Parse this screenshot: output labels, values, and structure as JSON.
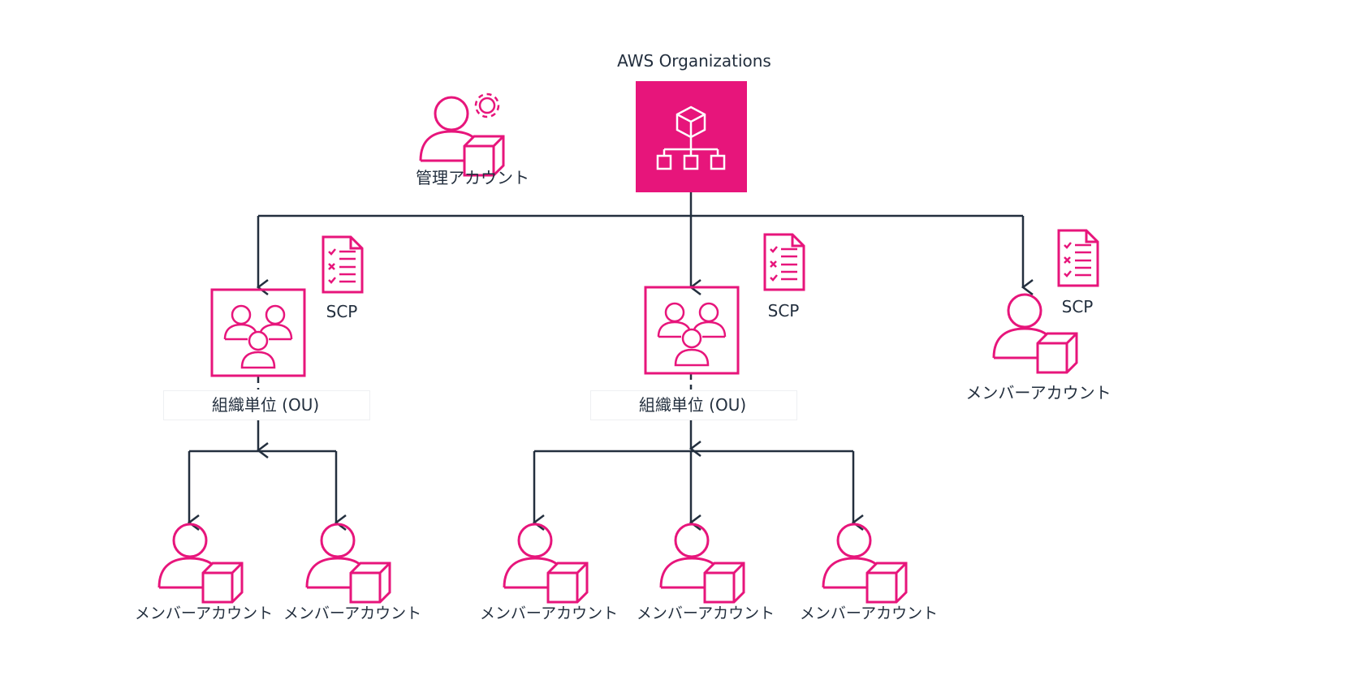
{
  "diagram": {
    "service": {
      "label": "AWS Organizations",
      "icon": "aws-organizations-icon"
    },
    "management_account": {
      "label": "管理アカウント",
      "icon": "management-account-icon"
    },
    "ous": [
      {
        "label": "組織単位 (OU)",
        "policy": "SCP",
        "members": [
          "メンバーアカウント",
          "メンバーアカウント"
        ]
      },
      {
        "label": "組織単位 (OU)",
        "policy": "SCP",
        "members": [
          "メンバーアカウント",
          "メンバーアカウント",
          "メンバーアカウント"
        ]
      }
    ],
    "direct_member": {
      "label": "メンバーアカウント",
      "policy": "SCP"
    },
    "colors": {
      "accent": "#E7157B",
      "line": "#232F3E",
      "text": "#232F3E"
    }
  }
}
